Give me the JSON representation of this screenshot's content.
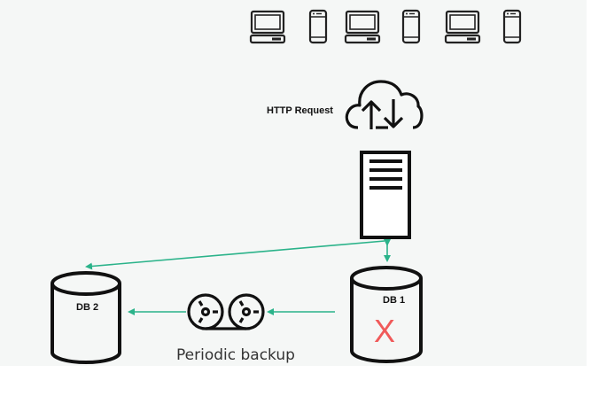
{
  "diagram": {
    "clients": [
      {
        "type": "laptop",
        "icon": "laptop-icon"
      },
      {
        "type": "phone",
        "icon": "phone-icon"
      },
      {
        "type": "laptop",
        "icon": "laptop-icon"
      },
      {
        "type": "phone",
        "icon": "phone-icon"
      },
      {
        "type": "laptop",
        "icon": "laptop-icon"
      },
      {
        "type": "phone",
        "icon": "phone-icon"
      }
    ],
    "cloud_label": "HTTP Request",
    "cloud_icon": "cloud-upload-download-icon",
    "server_icon": "server-icon",
    "db1": {
      "label": "DB 1",
      "status_mark": "X",
      "status": "failed"
    },
    "db2": {
      "label": "DB 2"
    },
    "backup": {
      "label": "Periodic backup",
      "icon": "tape-reel-icon"
    },
    "colors": {
      "arrow": "#2bb38a",
      "failure": "#f05a5a",
      "stroke": "#111111",
      "background": "#f5f7f6"
    }
  }
}
